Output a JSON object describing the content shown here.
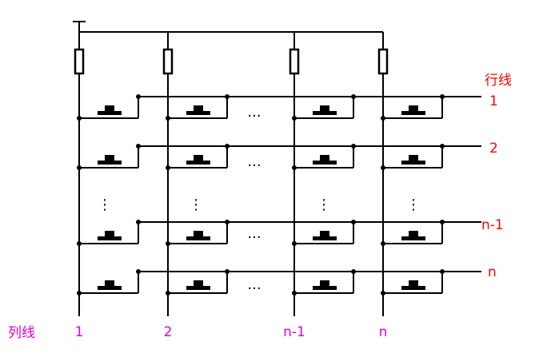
{
  "row_title": "行线",
  "column_title": "列线",
  "row_labels": [
    "1",
    "2",
    "n-1",
    "n"
  ],
  "column_labels": [
    "1",
    "2",
    "n-1",
    "n"
  ],
  "ellipsis": "···",
  "vertical_ellipsis": "⋮",
  "colors": {
    "row_label": "#ff0000",
    "column_label": "#e000e0",
    "wire": "#000000"
  }
}
